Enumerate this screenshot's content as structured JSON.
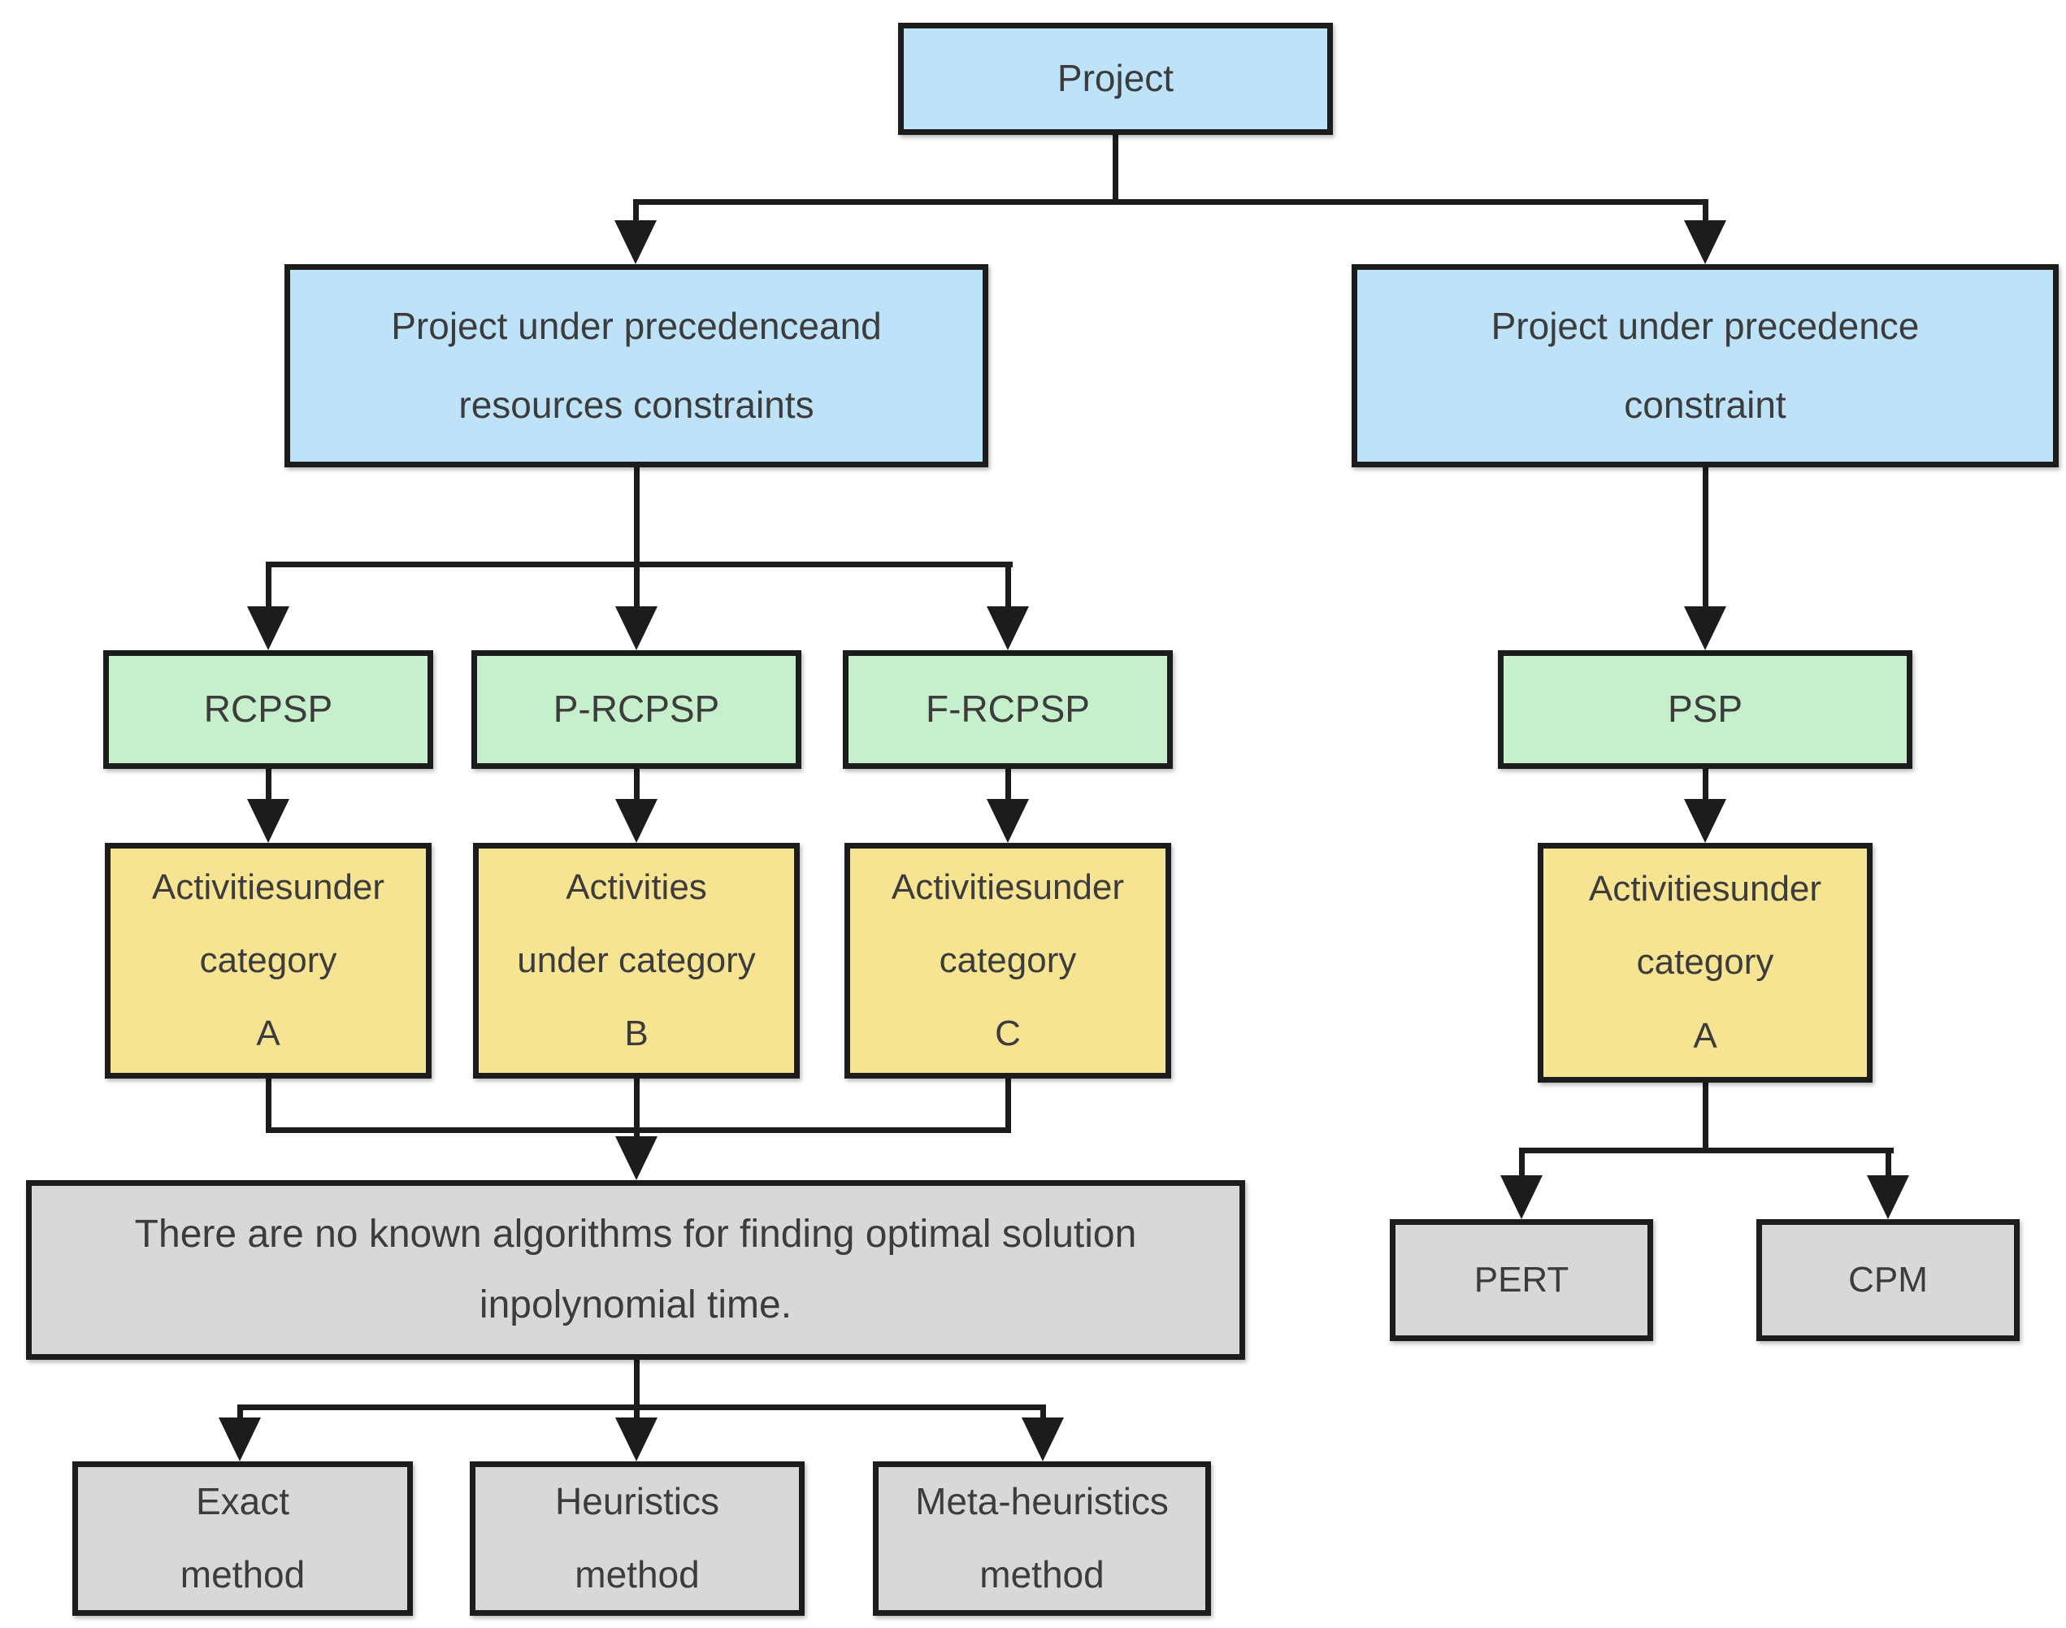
{
  "diagram": {
    "title": "Project scheduling classification flowchart",
    "colors": {
      "node_blue": "#BEE2F7",
      "node_green": "#C6F0CB",
      "node_yellow": "#F6E492",
      "node_gray": "#D8D8D8",
      "line": "#1C1C1C",
      "text": "#3C3C3C",
      "background": "#FFFFFF"
    },
    "nodes": {
      "project": {
        "label": "Project"
      },
      "precedence_resources": {
        "lines": [
          "Project under precedenceand",
          "resources constraints"
        ]
      },
      "precedence": {
        "lines": [
          "Project under precedence",
          "constraint"
        ]
      },
      "rcpsp": {
        "label": "RCPSP"
      },
      "p_rcpsp": {
        "label": "P-RCPSP"
      },
      "f_rcpsp": {
        "label": "F-RCPSP"
      },
      "psp": {
        "label": "PSP"
      },
      "cat_a": {
        "lines": [
          "Activitiesunder",
          "category",
          "A"
        ]
      },
      "cat_b": {
        "lines": [
          "Activities",
          "under category",
          "B"
        ]
      },
      "cat_c": {
        "lines": [
          "Activitiesunder",
          "category",
          "C"
        ]
      },
      "cat_a_right": {
        "lines": [
          "Activitiesunder",
          "category",
          "A"
        ]
      },
      "no_known": {
        "lines": [
          "There are no known algorithms for finding optimal solution",
          "inpolynomial time."
        ]
      },
      "exact": {
        "lines": [
          "Exact",
          "method"
        ]
      },
      "heuristics": {
        "lines": [
          "Heuristics",
          "method"
        ]
      },
      "meta_heuristics": {
        "lines": [
          "Meta-heuristics",
          "method"
        ]
      },
      "pert": {
        "label": "PERT"
      },
      "cpm": {
        "label": "CPM"
      }
    }
  }
}
